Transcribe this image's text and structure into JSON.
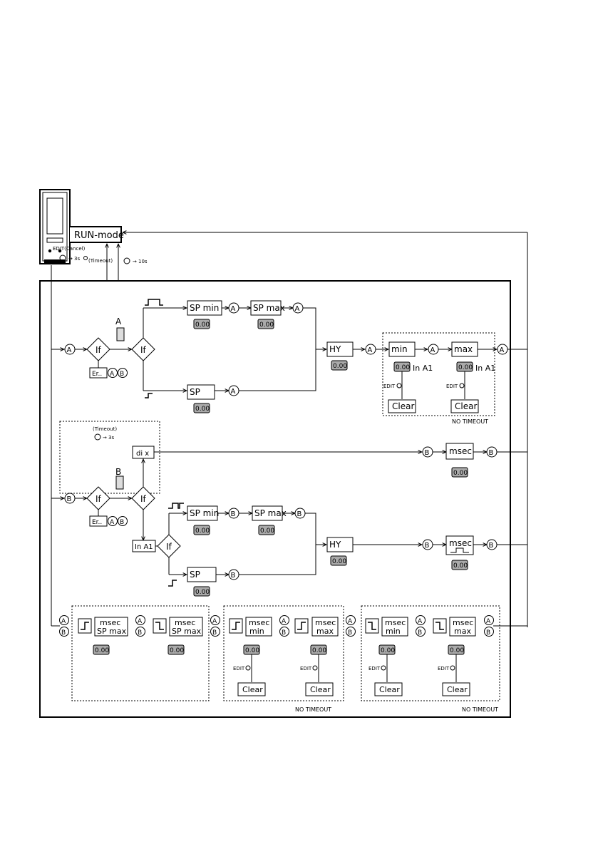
{
  "device": {
    "mode_label": "RUN-mode"
  },
  "top_links": {
    "edit_cancel": "EDIT(Cancel)",
    "edit_cancel_time": "3s",
    "timeout": "(Timeout)",
    "timeout_time": "10s"
  },
  "markers": {
    "a": "A",
    "b": "B"
  },
  "labels": {
    "if": "If",
    "err": "Er..",
    "sp_min": "SP min",
    "sp_max": "SP max",
    "sp": "SP",
    "hy": "HY",
    "min": "min",
    "max": "max",
    "in_a1": "In A1",
    "clear": "Clear",
    "edit": "EDIT",
    "no_timeout": "NO TIMEOUT",
    "value": "0.00",
    "di_x": "di x",
    "msec": "msec",
    "timeout": "(Timeout)",
    "timeout_time": "3s",
    "channel_a": "A",
    "channel_b": "B"
  }
}
